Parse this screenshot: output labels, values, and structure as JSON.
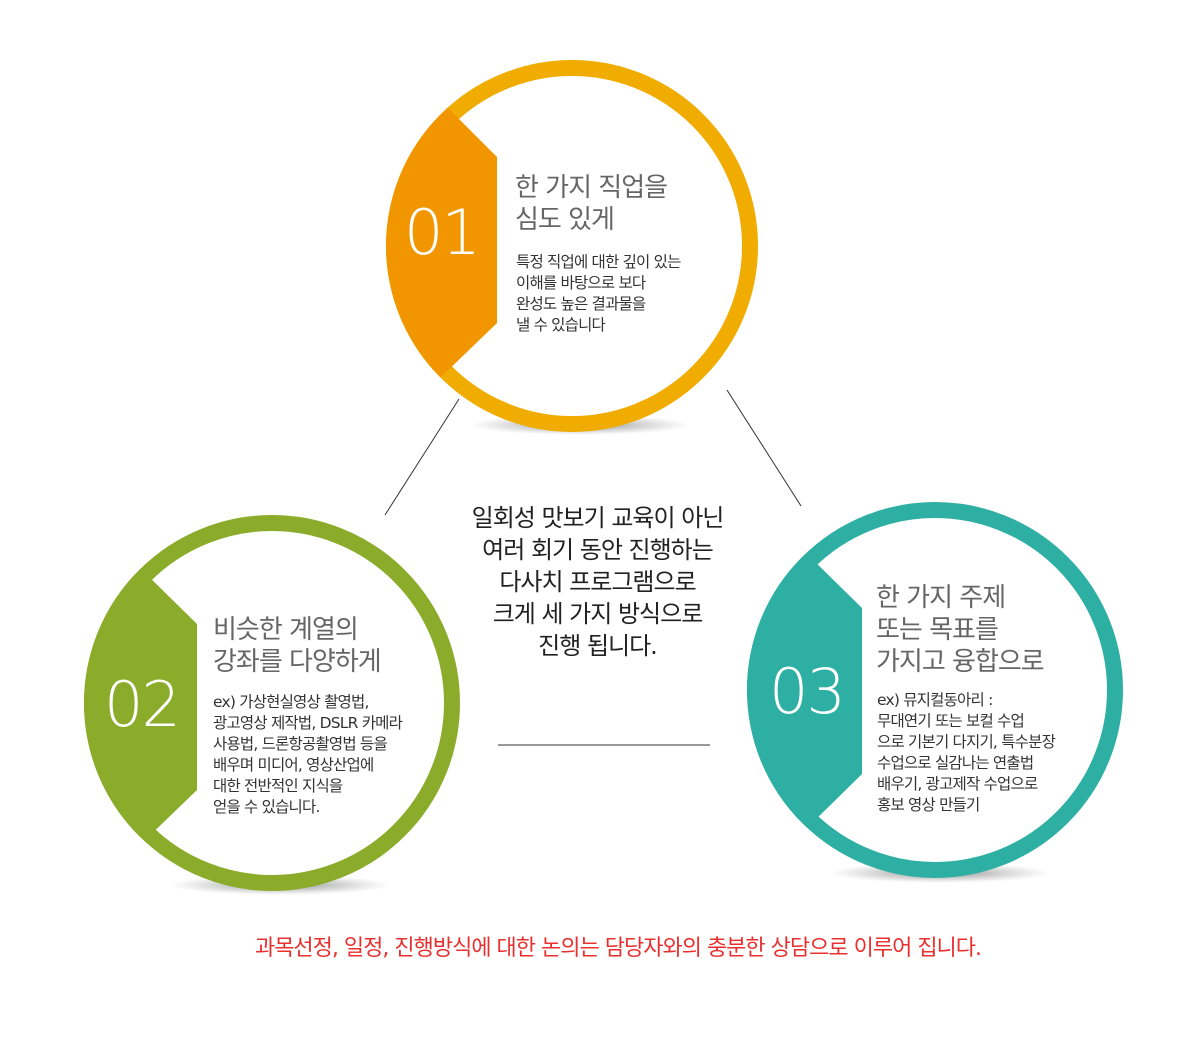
{
  "colors": {
    "orange_ring": "#f0ac00",
    "orange_fill": "#f29600",
    "green": "#8aac2a",
    "teal": "#2eafa3",
    "footer": "#e8302f"
  },
  "items": [
    {
      "number": "01",
      "title": [
        "한 가지 직업을",
        "심도 있게"
      ],
      "desc": [
        "특정 직업에 대한 깊이 있는",
        "이해를 바탕으로 보다",
        "완성도 높은 결과물을",
        "낼 수 있습니다"
      ]
    },
    {
      "number": "02",
      "title": [
        "비슷한 계열의",
        "강좌를 다양하게"
      ],
      "desc": [
        "ex) 가상현실영상 촬영법,",
        "광고영상 제작법, DSLR 카메라",
        "사용법, 드론항공촬영법 등을",
        "배우며 미디어, 영상산업에",
        "대한 전반적인 지식을",
        "얻을 수 있습니다."
      ]
    },
    {
      "number": "03",
      "title": [
        "한 가지 주제",
        "또는 목표를",
        "가지고 융합으로"
      ],
      "desc": [
        "ex) 뮤지컬동아리 :",
        "무대연기 또는 보컬 수업",
        "으로 기본기 다지기, 특수분장",
        "수업으로 실감나는 연출법",
        "배우기, 광고제작 수업으로",
        "홍보 영상 만들기"
      ]
    }
  ],
  "center_text": [
    "일회성 맛보기 교육이 아닌",
    "여러 회기 동안 진행하는",
    "다사치 프로그램으로",
    "크게 세 가지 방식으로",
    "진행 됩니다."
  ],
  "footer": "과목선정, 일정, 진행방식에 대한 논의는 담당자와의 충분한 상담으로 이루어 집니다."
}
